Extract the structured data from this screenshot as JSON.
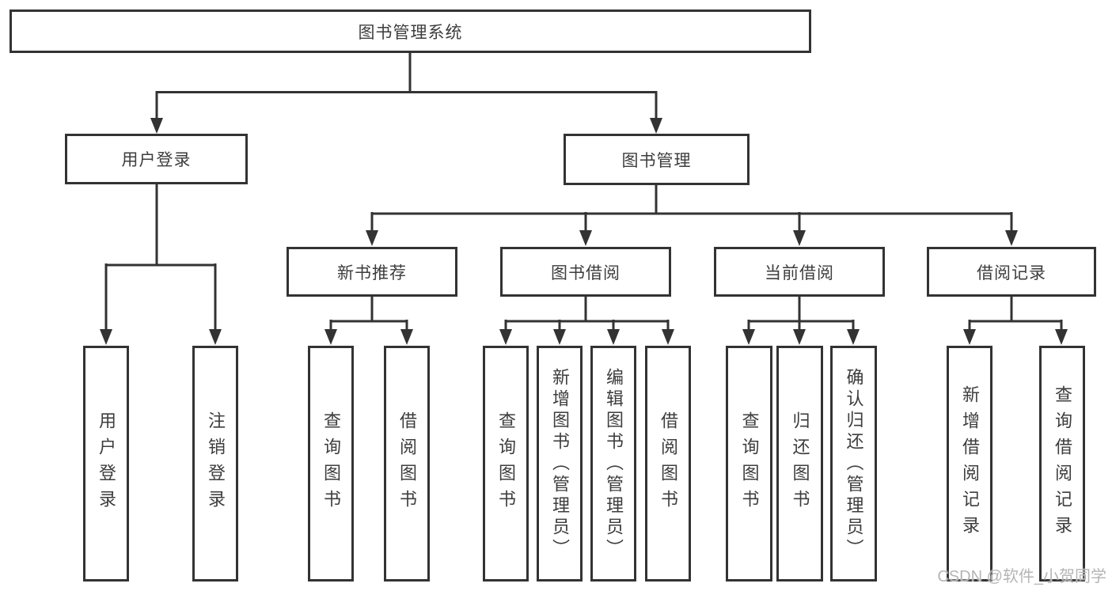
{
  "tree": {
    "root": {
      "label": "图书管理系统"
    },
    "branches": [
      {
        "label": "用户登录",
        "children": [
          {
            "label": "用户登录"
          },
          {
            "label": "注销登录"
          }
        ]
      },
      {
        "label": "图书管理",
        "children": [
          {
            "label": "新书推荐",
            "children": [
              {
                "label": "查询图书"
              },
              {
                "label": "借阅图书"
              }
            ]
          },
          {
            "label": "图书借阅",
            "children": [
              {
                "label": "查询图书"
              },
              {
                "label": "新增图书（管理员）"
              },
              {
                "label": "编辑图书（管理员）"
              },
              {
                "label": "借阅图书"
              }
            ]
          },
          {
            "label": "当前借阅",
            "children": [
              {
                "label": "查询图书"
              },
              {
                "label": "归还图书"
              },
              {
                "label": "确认归还（管理员）"
              }
            ]
          },
          {
            "label": "借阅记录",
            "children": [
              {
                "label": "新增借阅记录"
              },
              {
                "label": "查询借阅记录"
              }
            ]
          }
        ]
      }
    ]
  },
  "watermark": {
    "text": "CSDN @软件_小贺同学"
  },
  "colors": {
    "line": "#333333",
    "box_border": "#333333",
    "text": "#3d3d3d",
    "watermark": "#b5b5b5",
    "background": "#ffffff"
  }
}
